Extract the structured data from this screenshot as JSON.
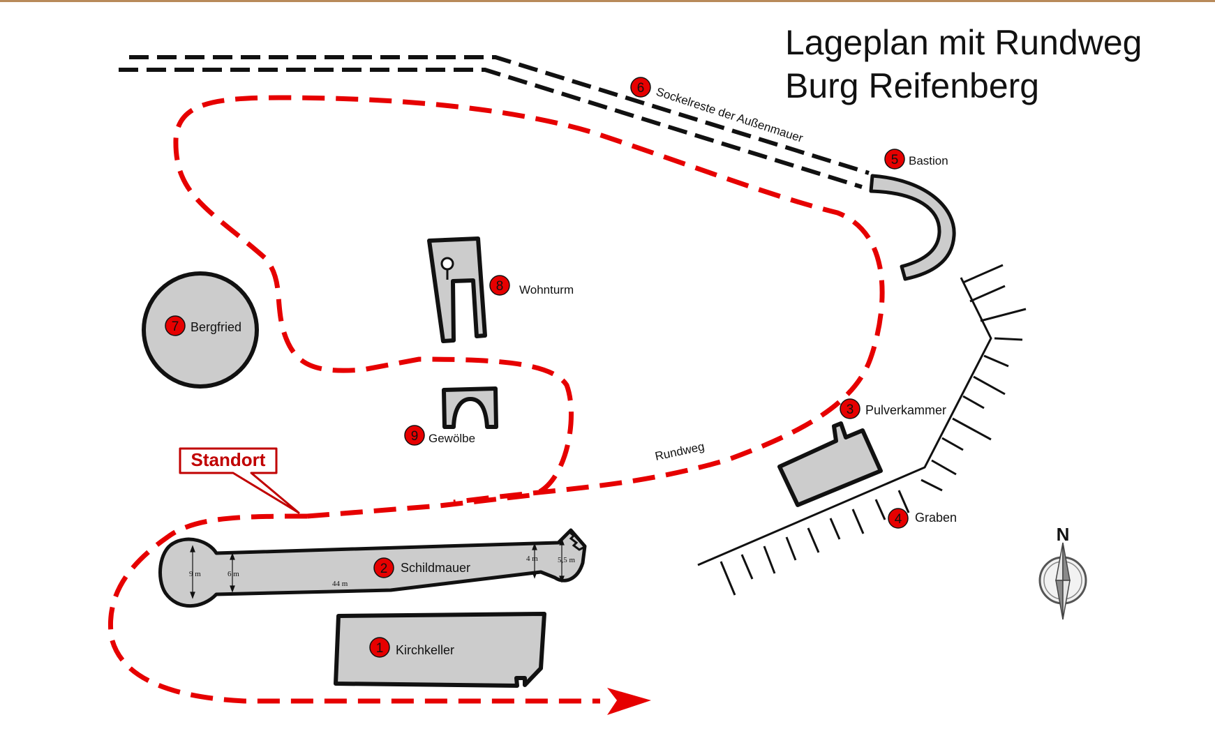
{
  "title_line1": "Lageplan mit Rundweg",
  "title_line2": "Burg Reifenberg",
  "standort_label": "Standort",
  "path_label": "Rundweg",
  "north_label": "N",
  "colors": {
    "path": "#e60000",
    "structure_fill": "#cccccc",
    "marker": "#e60000",
    "top_rule": "#b88a5a"
  },
  "points": [
    {
      "number": "1",
      "name": "Kirchkeller"
    },
    {
      "number": "2",
      "name": "Schildmauer"
    },
    {
      "number": "3",
      "name": "Pulverkammer"
    },
    {
      "number": "4",
      "name": "Graben"
    },
    {
      "number": "5",
      "name": "Bastion"
    },
    {
      "number": "6",
      "name": "Sockelreste der Außenmauer"
    },
    {
      "number": "7",
      "name": "Bergfried"
    },
    {
      "number": "8",
      "name": "Wohnturm"
    },
    {
      "number": "9",
      "name": "Gewölbe"
    }
  ],
  "schildmauer_dimensions": {
    "length": "44 m",
    "width_left_round": "9 m",
    "width_left": "6 m",
    "width_right": "4 m",
    "width_right_round": "5,5 m"
  }
}
